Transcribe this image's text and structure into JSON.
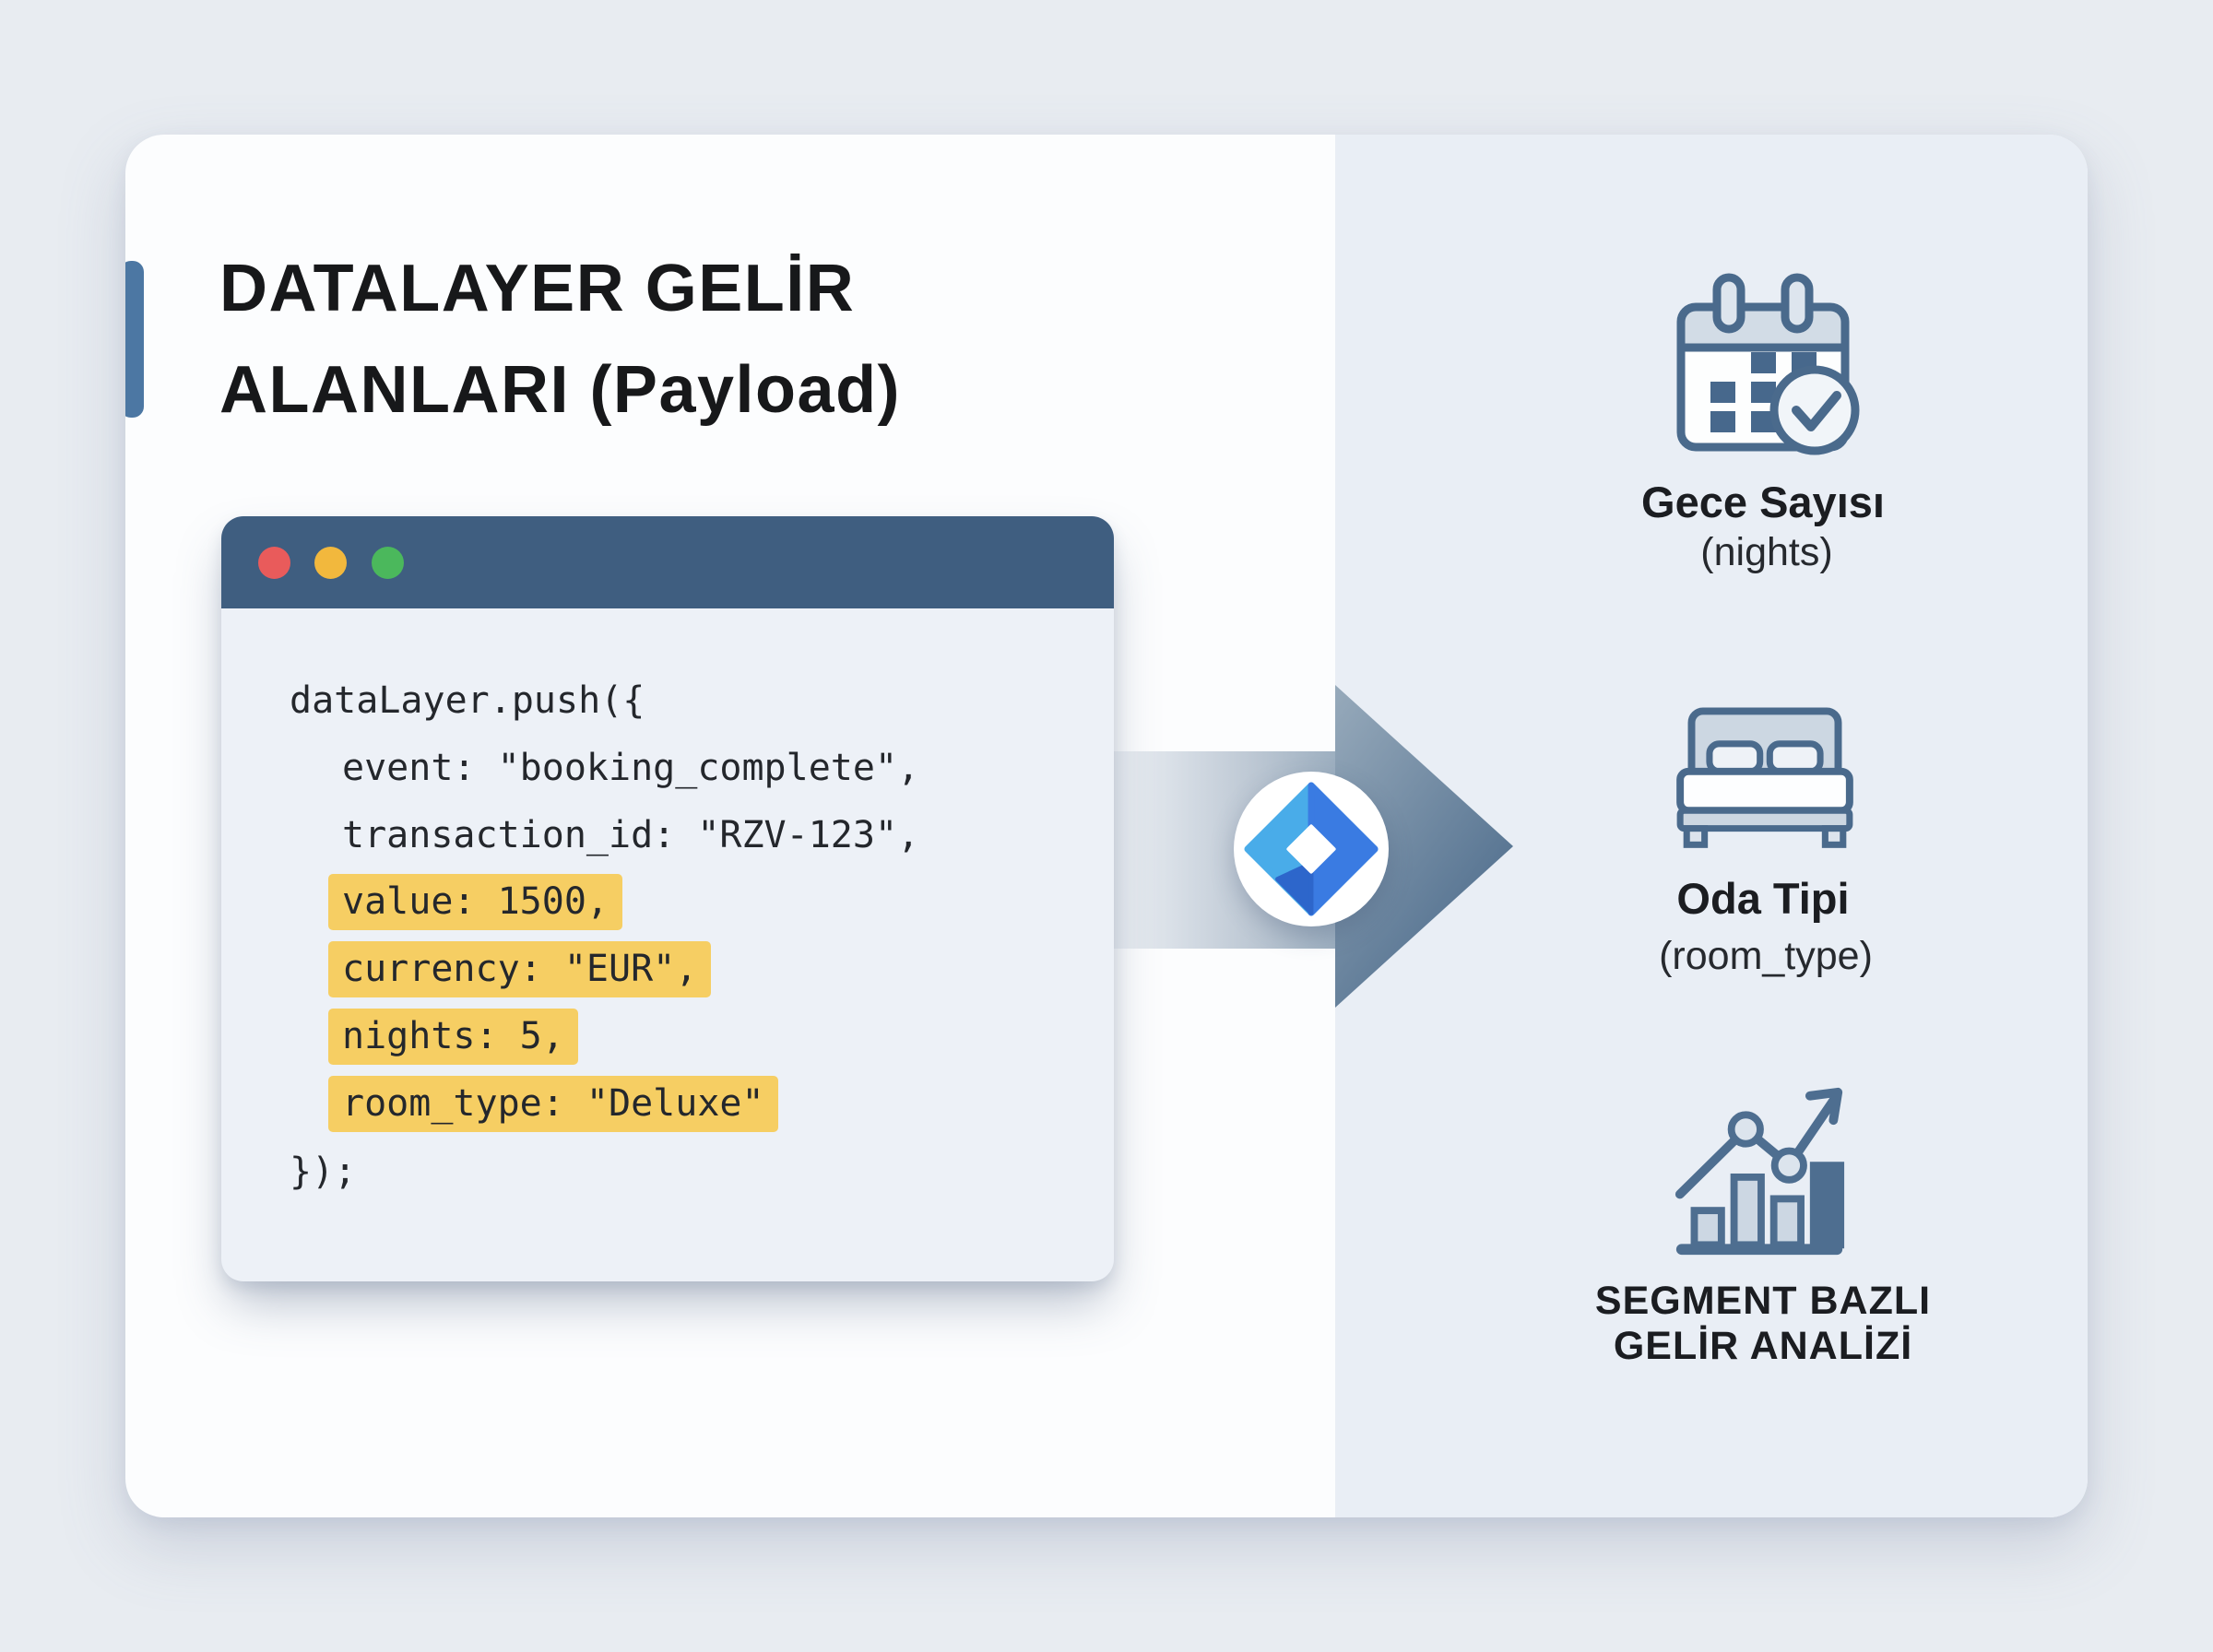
{
  "header": {
    "title_line1": "DATALAYER GELİR",
    "title_line2": "ALANLARI (Payload)"
  },
  "code_window": {
    "window_buttons": [
      "close",
      "minimize",
      "zoom"
    ],
    "lines": [
      {
        "text": "dataLayer.push({",
        "indent": false,
        "highlighted": false
      },
      {
        "text": "event: \"booking_complete\",",
        "indent": true,
        "highlighted": false
      },
      {
        "text": "transaction_id: \"RZV-123\",",
        "indent": true,
        "highlighted": false
      },
      {
        "text": "value: 1500,",
        "indent": true,
        "highlighted": true
      },
      {
        "text": "currency: \"EUR\",",
        "indent": true,
        "highlighted": true
      },
      {
        "text": "nights: 5,",
        "indent": true,
        "highlighted": true
      },
      {
        "text": "room_type: \"Deluxe\"",
        "indent": true,
        "highlighted": true
      },
      {
        "text": "});",
        "indent": false,
        "highlighted": false
      }
    ]
  },
  "flow": {
    "icon": "google-tag-manager-logo"
  },
  "outcomes": [
    {
      "icon": "calendar-check-icon",
      "title": "Gece Sayısı",
      "subtitle": "(nights)"
    },
    {
      "icon": "bed-icon",
      "title": "Oda Tipi",
      "subtitle": "(room_type)"
    },
    {
      "icon": "bar-chart-growth-icon",
      "title_line1": "SEGMENT BAZLI",
      "title_line2": "GELİR ANALİZİ"
    }
  ],
  "colors": {
    "page_background": "#e8ecf1",
    "card_left_panel": "#fcfdfe",
    "card_right_panel": "#e9eef5",
    "accent_bar": "#4c77a3",
    "window_header": "#3f5e80",
    "window_body": "#edf1f7",
    "dot_red": "#e95b5b",
    "dot_yellow": "#f2b83d",
    "dot_green": "#4bb85c",
    "code_highlight": "#f6ce63",
    "arrow_gradient_start": "#97aabb",
    "arrow_gradient_end": "#4b6a8a",
    "icon_stroke": "#4a6a8c",
    "gtm_light_blue": "#49ace9",
    "gtm_blue": "#3a7be2",
    "gtm_dark_blue": "#2d66cb"
  }
}
